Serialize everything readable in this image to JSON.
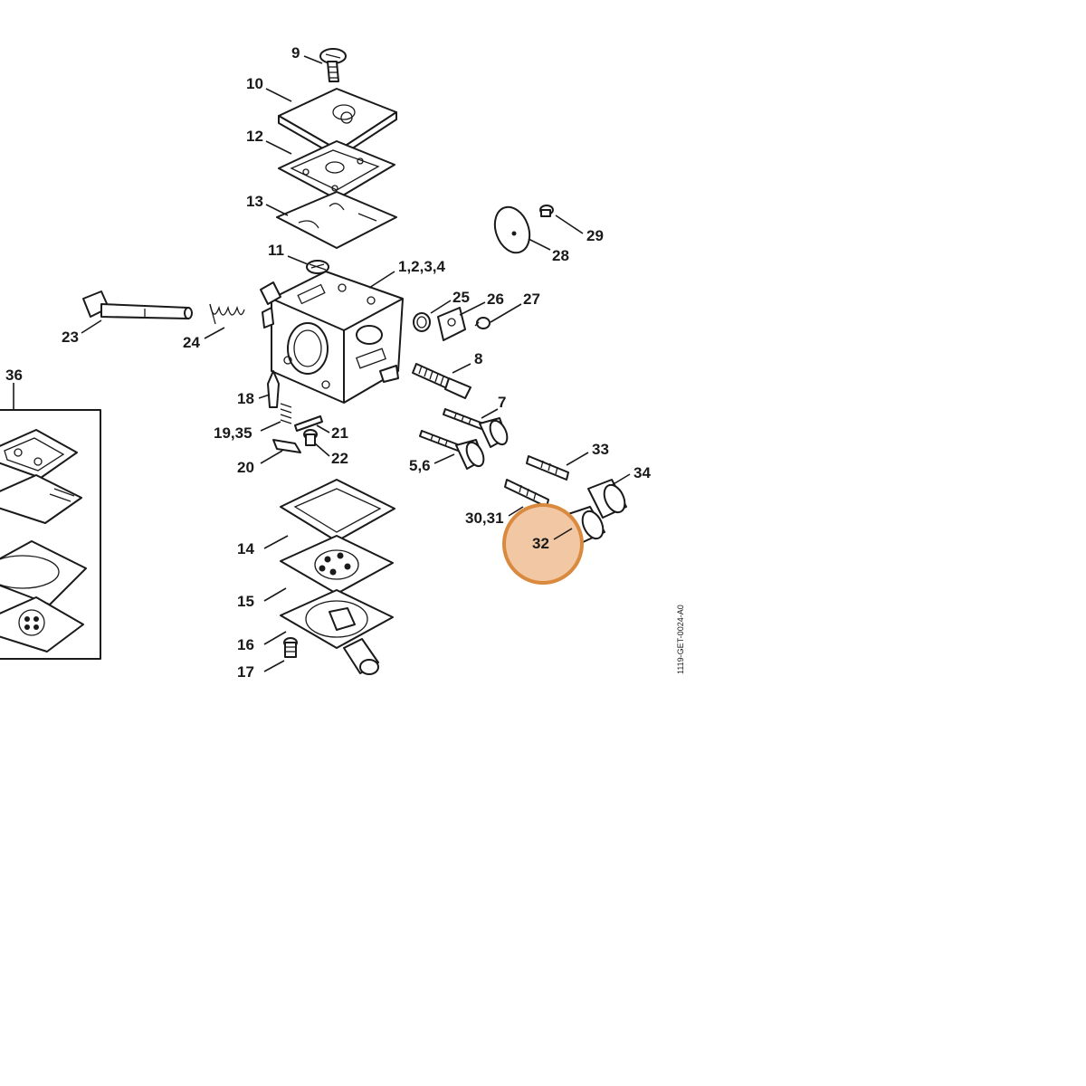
{
  "diagram": {
    "drawing_code": "1119-GET-0024-A0",
    "highlight": {
      "target": "32",
      "color": "#f2c7a3",
      "ring_color": "#d98a3f"
    },
    "callouts": {
      "c9": "9",
      "c10": "10",
      "c12": "12",
      "c13": "13",
      "c11": "11",
      "c1234": "1,2,3,4",
      "c23": "23",
      "c24": "24",
      "c25": "25",
      "c26": "26",
      "c27": "27",
      "c28": "28",
      "c29": "29",
      "c8": "8",
      "c7": "7",
      "c56": "5,6",
      "c18": "18",
      "c1935": "19,35",
      "c21": "21",
      "c22": "22",
      "c20": "20",
      "c33": "33",
      "c34": "34",
      "c3031": "30,31",
      "c32": "32",
      "c36": "36",
      "c14": "14",
      "c15": "15",
      "c16": "16",
      "c17": "17"
    }
  }
}
